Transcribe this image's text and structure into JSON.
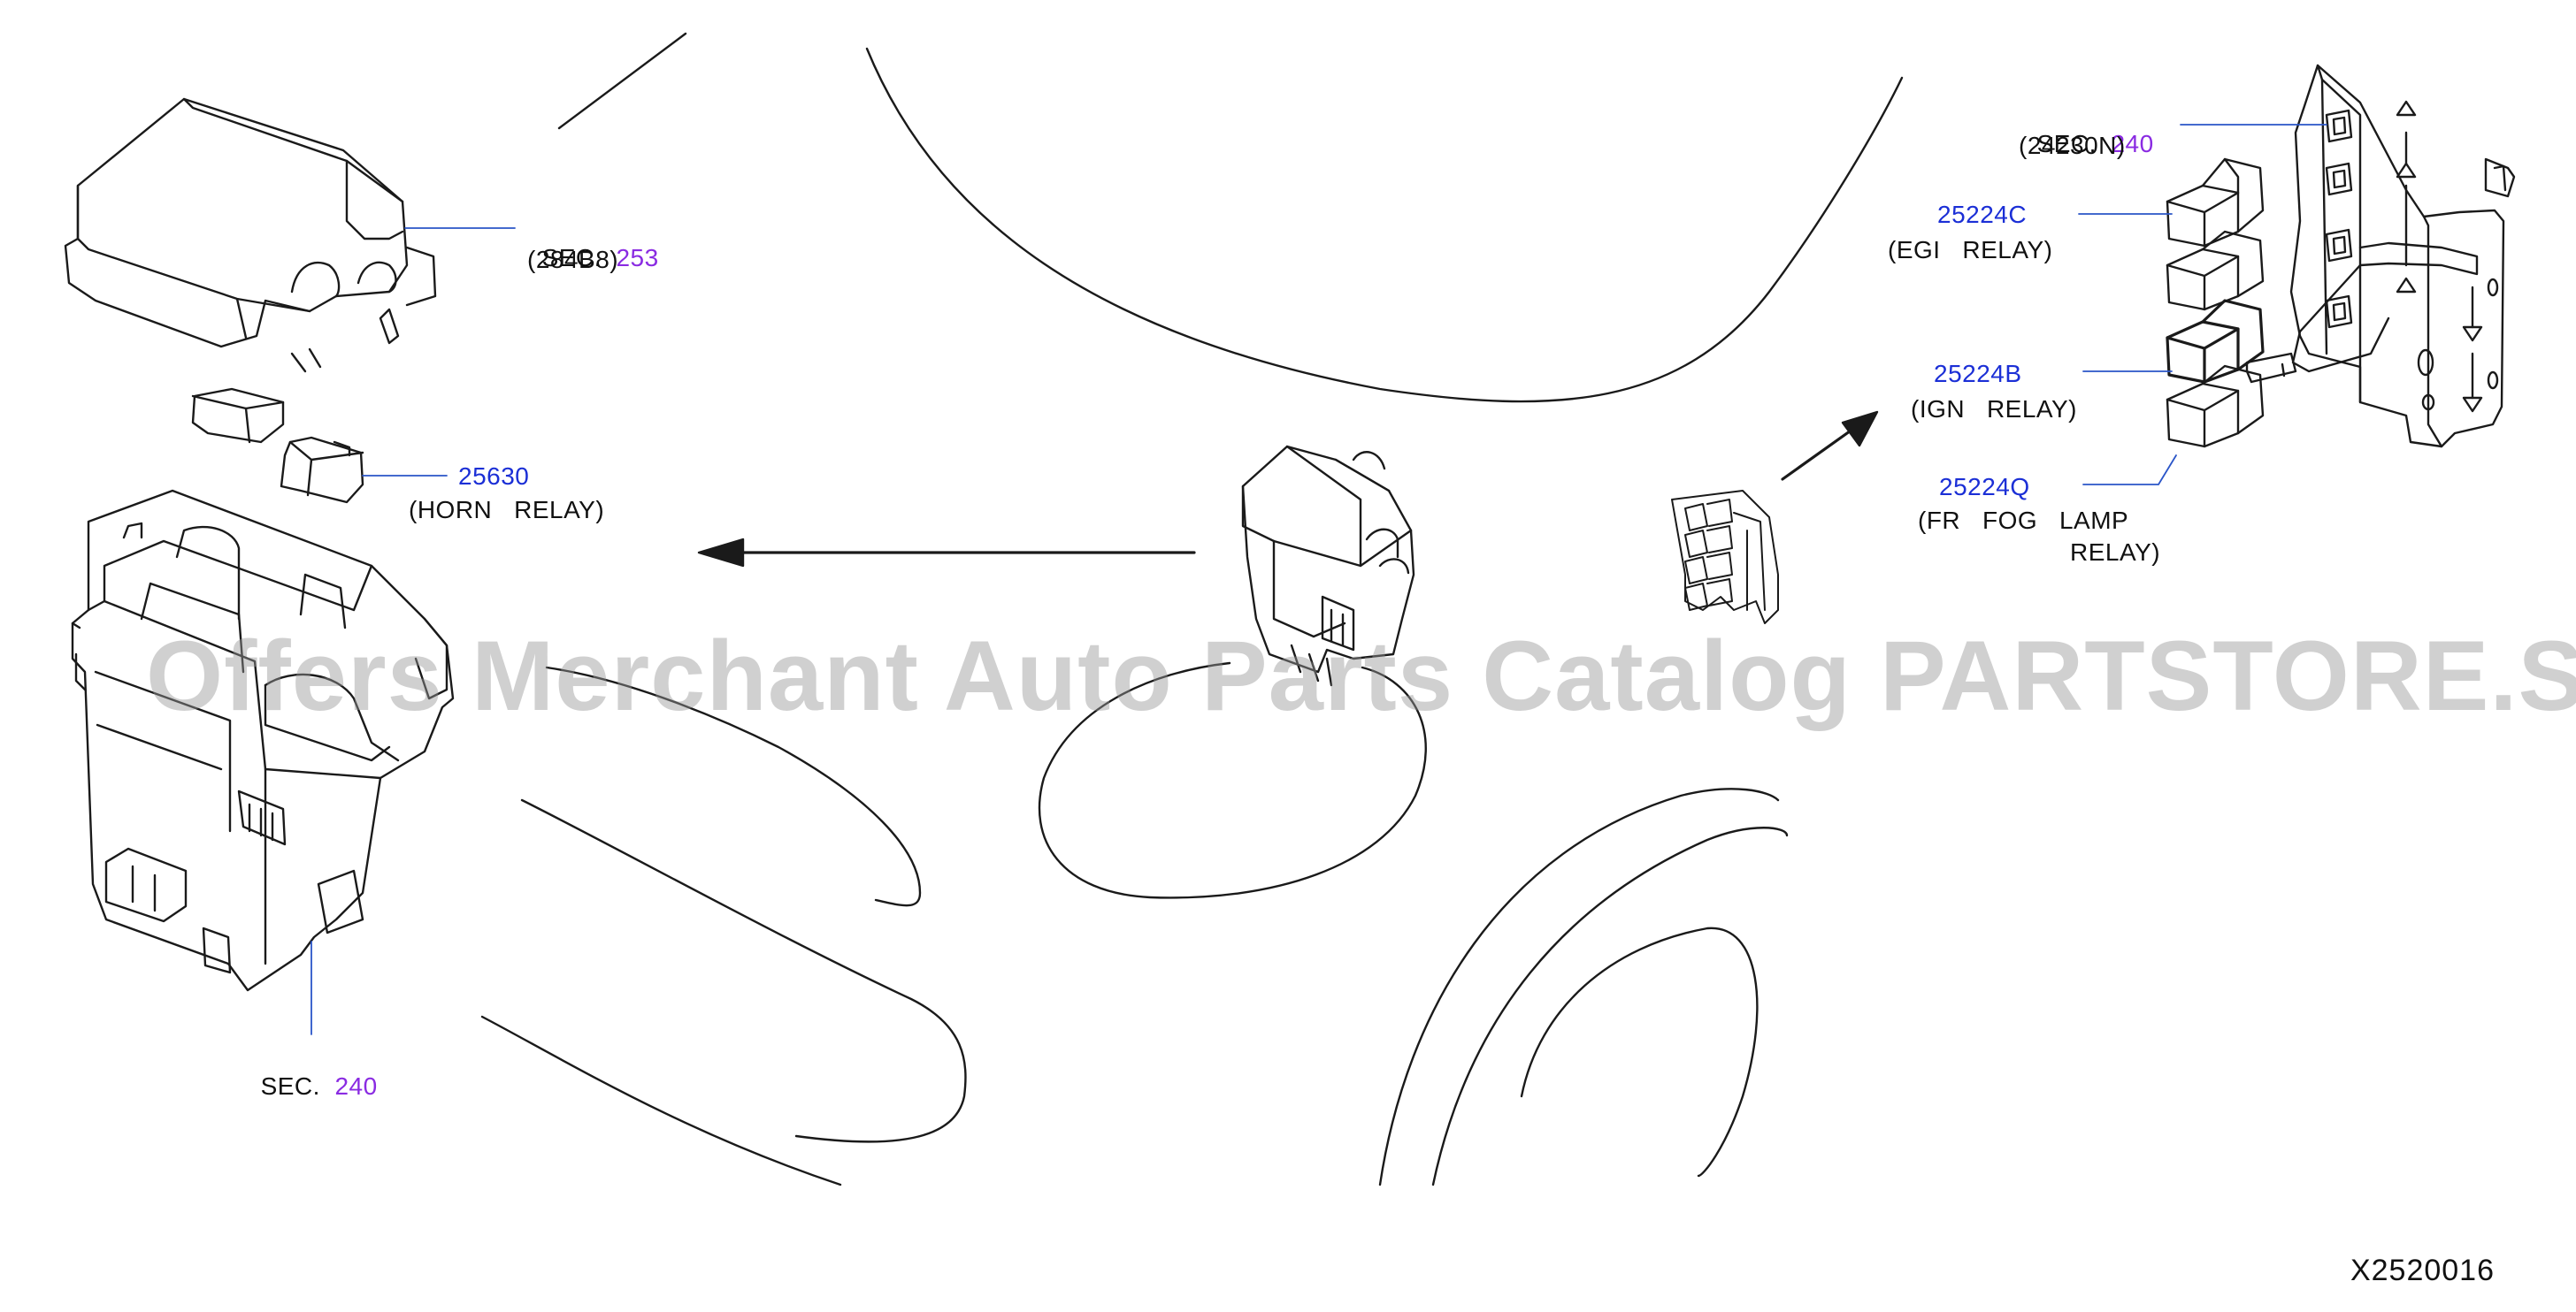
{
  "labels": {
    "sec253_prefix": "SEC.",
    "sec253_num": "253",
    "sec253_sub": "(284B8)",
    "horn_num": "25630",
    "horn_name": "(HORN   RELAY)",
    "secbot_prefix": "SEC.",
    "secbot_num": "240",
    "sectop_prefix": "SEC.",
    "sectop_num": "240",
    "sectop_sub": "(24230N)",
    "egi_num": "25224C",
    "egi_name": "(EGI   RELAY)",
    "ign_num": "25224B",
    "ign_name": "(IGN   RELAY)",
    "fog_num": "25224Q",
    "fog_name_1": "(FR   FOG   LAMP",
    "fog_name_2": "RELAY)"
  },
  "watermark": "Offers Merchant Auto Parts Catalog PARTSTORE.SA",
  "diagram_code": "X2520016",
  "colors": {
    "part_number": "#1b2fd6",
    "section_number": "#8a2be2",
    "leader_line": "#2a55c8",
    "line_art": "#1a1a1a"
  }
}
